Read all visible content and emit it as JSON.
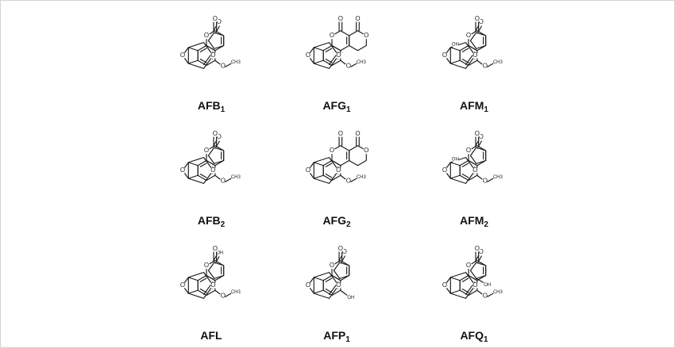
{
  "atoms": {
    "oxygen": "O",
    "methoxy": "CH3",
    "hydroxyl": "OH"
  },
  "compounds": [
    {
      "base": "AFB",
      "sub": "1"
    },
    {
      "base": "AFG",
      "sub": "1"
    },
    {
      "base": "AFM",
      "sub": "1"
    },
    {
      "base": "AFB",
      "sub": "2"
    },
    {
      "base": "AFG",
      "sub": "2"
    },
    {
      "base": "AFM",
      "sub": "2"
    },
    {
      "base": "AFL",
      "sub": ""
    },
    {
      "base": "AFP",
      "sub": "1"
    },
    {
      "base": "AFQ",
      "sub": "1"
    }
  ]
}
